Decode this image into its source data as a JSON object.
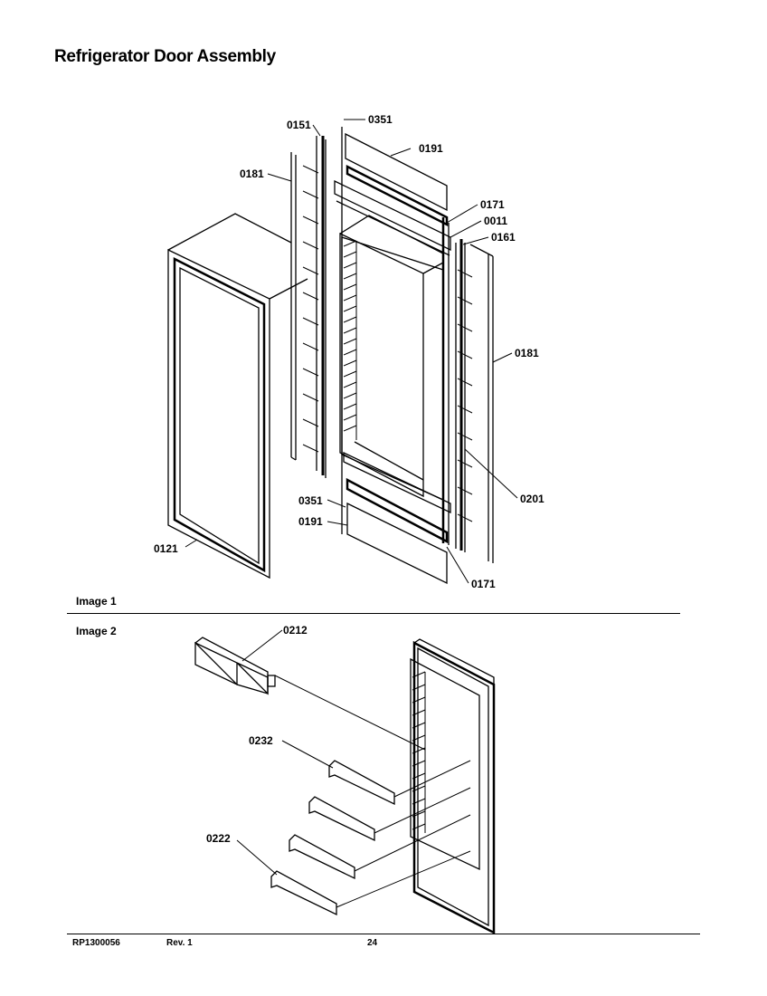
{
  "title": "Refrigerator Door Assembly",
  "sections": {
    "image1": "Image 1",
    "image2": "Image 2"
  },
  "labels": {
    "p0151": "0151",
    "p0351_top": "0351",
    "p0191_top": "0191",
    "p0181_left": "0181",
    "p0171_top": "0171",
    "p0011": "0011",
    "p0161": "0161",
    "p0181_right": "0181",
    "p0201": "0201",
    "p0351_bottom": "0351",
    "p0191_bottom": "0191",
    "p0121": "0121",
    "p0171_bottom": "0171",
    "p0212": "0212",
    "p0232": "0232",
    "p0222": "0222"
  },
  "footer": {
    "doc_number": "RP1300056",
    "revision": "Rev. 1",
    "page": "24"
  }
}
